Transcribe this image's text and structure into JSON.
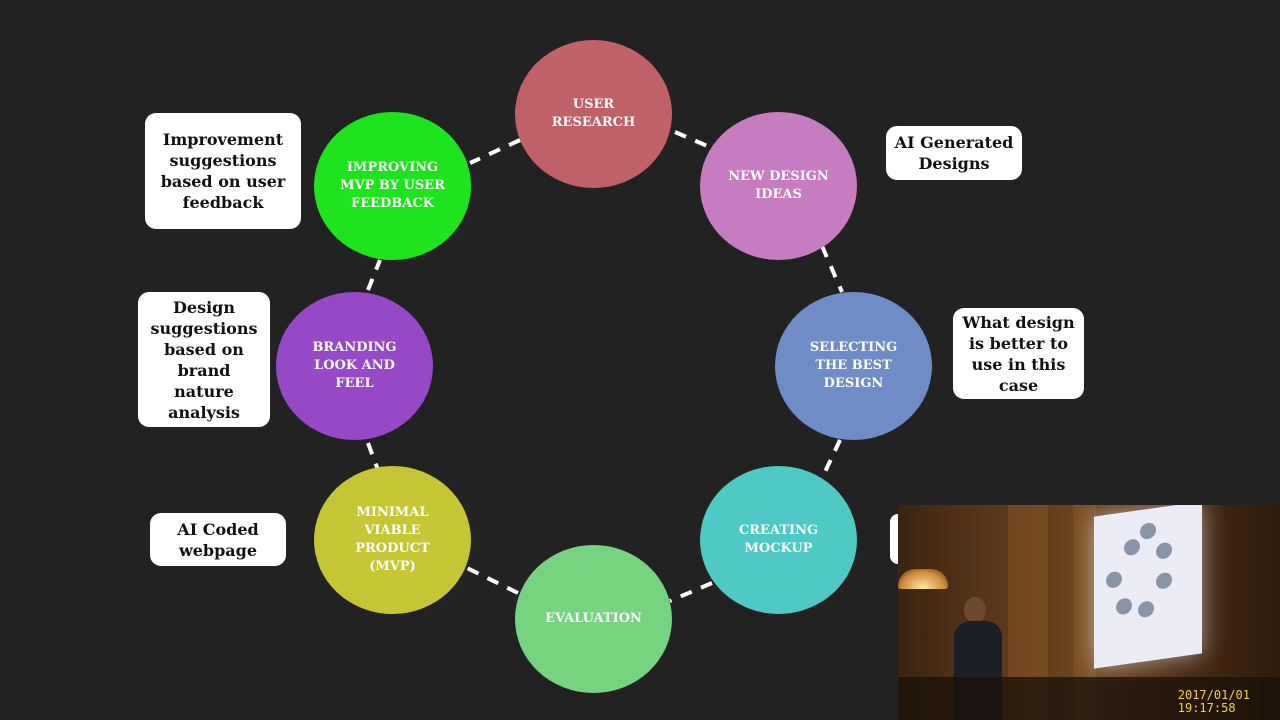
{
  "nodes": [
    {
      "id": "user-research",
      "label": "USER RESEARCH",
      "color": "#c06168"
    },
    {
      "id": "new-design-ideas",
      "label": "NEW DESIGN IDEAS",
      "color": "#c67cc0"
    },
    {
      "id": "selecting-best-design",
      "label": "SELECTING THE BEST DESIGN",
      "color": "#6e8dc6"
    },
    {
      "id": "creating-mockup",
      "label": "CREATING MOCKUP",
      "color": "#4fc9c6"
    },
    {
      "id": "evaluation",
      "label": "EVALUATION",
      "color": "#76d37f"
    },
    {
      "id": "mvp",
      "label": "MINIMAL VIABLE PRODUCT (MVP)",
      "color": "#c6c635"
    },
    {
      "id": "branding",
      "label": "BRANDING LOOK AND FEEL",
      "color": "#9549c7"
    },
    {
      "id": "improving-mvp",
      "label": "IMPROVING MVP BY USER FEEDBACK",
      "color": "#1ee41e"
    }
  ],
  "notes": [
    {
      "id": "ai-generated-designs",
      "text": "AI Generated Designs"
    },
    {
      "id": "what-design-better",
      "text": "What design is better to use in this case"
    },
    {
      "id": "ai-coded-webpage",
      "text": "AI Coded webpage"
    },
    {
      "id": "design-suggestions",
      "text": "Design suggestions based on brand nature analysis"
    },
    {
      "id": "improvement-suggestions",
      "text": "Improvement suggestions based on user feedback"
    }
  ],
  "connector_color": "#ffffff",
  "inset": {
    "date": "2017/01/01",
    "time": "19:17:58"
  }
}
